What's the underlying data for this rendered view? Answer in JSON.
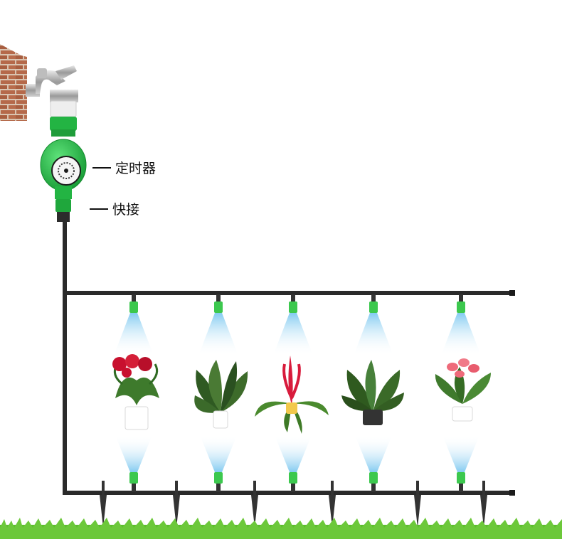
{
  "labels": {
    "timer": "定时器",
    "quick_connector": "快接"
  },
  "colors": {
    "pipe": "#2a2a2a",
    "timer_green": "#27c24a",
    "nozzle_green": "#3cc84e",
    "mist": "#9fd8f5",
    "grass": "#5cbd2e",
    "brick": "#b5694a"
  },
  "plants": [
    {
      "name": "red-rose",
      "flower": "#c8102e",
      "pot": "#ffffff"
    },
    {
      "name": "calathea",
      "flower": "#3d6b2a",
      "pot": "#ffffff"
    },
    {
      "name": "bromeliad",
      "flower": "#d81b3c",
      "pot": "#f2c94c"
    },
    {
      "name": "croton",
      "flower": "#2f5a1f",
      "pot": "#333333"
    },
    {
      "name": "anthurium",
      "flower": "#ee6a7a",
      "pot": "#ffffff"
    }
  ]
}
